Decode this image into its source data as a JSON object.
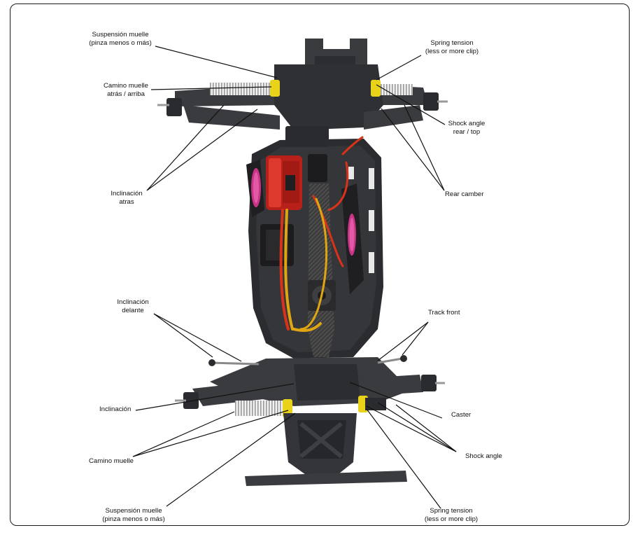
{
  "labels": {
    "susp_rear_es": "Suspensión muelle\n(pinza menos o más)",
    "camino_rear": "Camino muelle\natrás / arriba",
    "spring_tension_rear": "Spring tension\n(less or more clip)",
    "shock_angle_rear": "Shock angle\nrear / top",
    "inclinacion_atras": "Inclinación\natras",
    "rear_camber": "Rear camber",
    "inclinacion_delante": "Inclinación\ndelante",
    "track_front": "Track front",
    "inclinacion": "Inclinación",
    "caster": "Caster",
    "camino_muelle": "Camino muelle",
    "shock_angle": "Shock angle",
    "susp_front_es": "Suspensión muelle\n(pinza menos o más)",
    "spring_tension_front": "Spring tension\n(less or more clip)"
  },
  "colors": {
    "chassis": "#2f3033",
    "chassis_dark": "#1d1e20",
    "motor_red": "#c8231b",
    "spring_yellow": "#e8d21a",
    "wire_red": "#d8331a",
    "wire_yellow": "#f0c020",
    "pink_decal": "#d0308a",
    "carbon": "#4a4a4a"
  }
}
